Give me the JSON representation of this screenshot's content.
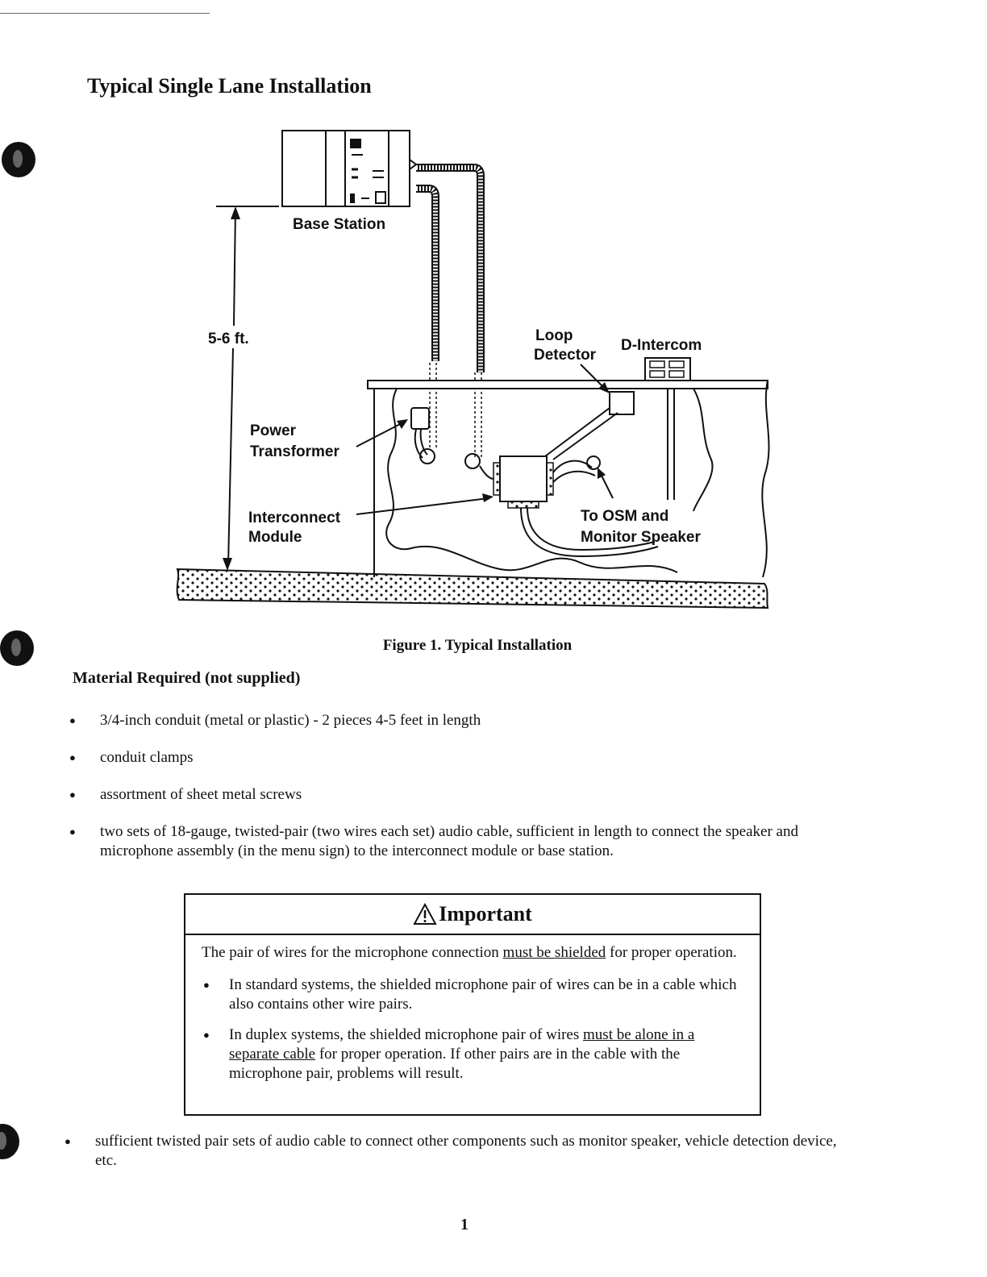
{
  "page": {
    "title": "Typical Single Lane Installation",
    "page_number": "1"
  },
  "figure": {
    "labels": {
      "base_station": "Base Station",
      "height": "5-6 ft.",
      "loop_detector_1": "Loop",
      "loop_detector_2": "Detector",
      "d_intercom": "D-Intercom",
      "power_transformer_1": "Power",
      "power_transformer_2": "Transformer",
      "interconnect_module_1": "Interconnect",
      "interconnect_module_2": "Module",
      "osm_1": "To OSM and",
      "osm_2": "Monitor Speaker"
    },
    "caption": "Figure 1.  Typical Installation"
  },
  "materials": {
    "heading": "Material Required (not supplied)",
    "items": [
      "3/4-inch conduit (metal or plastic) - 2 pieces 4-5 feet in length",
      "conduit clamps",
      "assortment of sheet metal screws",
      "two sets of 18-gauge, twisted-pair (two wires each set) audio cable, sufficient in length to connect the speaker and microphone assembly (in the menu sign) to the interconnect module or base station."
    ],
    "last_item": "sufficient twisted pair sets of audio cable to connect other components such as monitor speaker, vehicle detection device, etc."
  },
  "important": {
    "heading": "Important",
    "intro_before": "The pair of wires for the microphone connection ",
    "intro_underline": "must be shielded",
    "intro_after": " for proper operation.",
    "standard": "In standard systems, the shielded microphone pair of wires can be in a cable which also contains other wire pairs.",
    "duplex_before": "In duplex systems, the shielded microphone pair of wires ",
    "duplex_underline": "must be alone in a separate cable",
    "duplex_after": " for proper operation.  If other pairs are in the cable with the microphone pair, problems will result."
  },
  "icons": {
    "binder_holes": "binder-hole-icon",
    "warning": "warning-triangle-icon"
  }
}
